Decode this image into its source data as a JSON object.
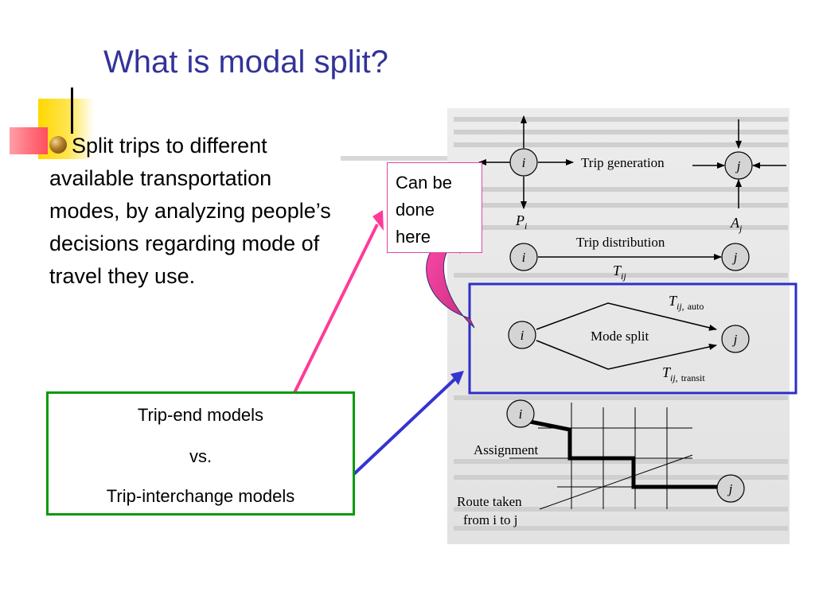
{
  "slide": {
    "title": "What is modal split?",
    "bullet": "Split trips to different available transportation modes, by analyzing people’s decisions regarding mode of travel they use."
  },
  "callout": {
    "lines": [
      "Can be",
      "done",
      "here"
    ]
  },
  "models_box": {
    "line1": "Trip-end models",
    "line2": "vs.",
    "line3": "Trip-interchange models"
  },
  "diagram": {
    "trip_generation": {
      "label": "Trip generation",
      "node_i": "i",
      "node_j": "j",
      "p_label": "P",
      "p_sub": "i",
      "a_label": "A",
      "a_sub": "j"
    },
    "trip_distribution": {
      "label": "Trip distribution",
      "node_i": "i",
      "node_j": "j",
      "t_label": "T",
      "t_sub": "ij"
    },
    "mode_split": {
      "label": "Mode split",
      "node_i": "i",
      "node_j": "j",
      "auto_label": "T",
      "auto_sub": "ij,",
      "auto_word": "auto",
      "transit_label": "T",
      "transit_sub": "ij,",
      "transit_word": "transit"
    },
    "assignment": {
      "label": "Assignment",
      "node_i": "i",
      "node_j": "j",
      "route_line1": "Route taken",
      "route_line2": "from i to j"
    }
  },
  "colors": {
    "title": "#333399",
    "callout_border": "#e046a0",
    "arrow_pink": "#ff3a9a",
    "arrow_blue": "#3434d0",
    "highlight_box": "#2e2ec8",
    "models_border": "#099a09"
  }
}
